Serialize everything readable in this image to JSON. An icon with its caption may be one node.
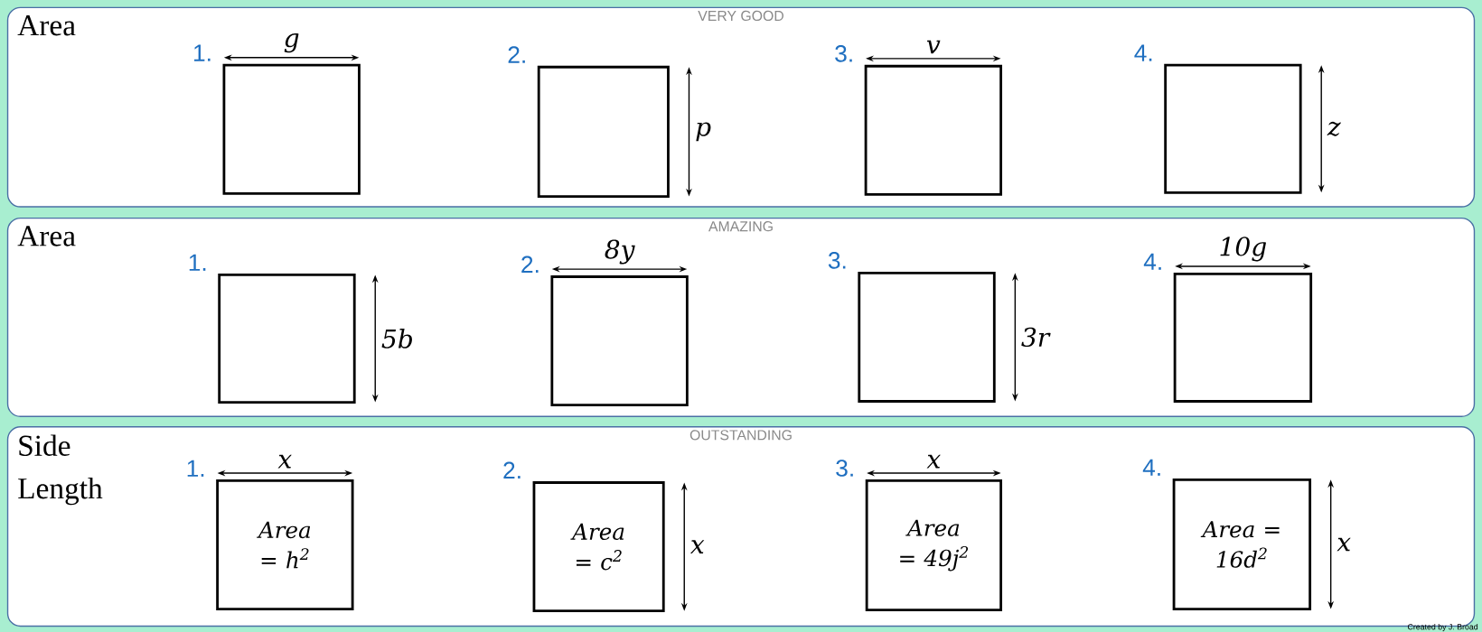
{
  "diagram": {
    "nodes": [
      {
        "text": [
          "Area",
          "VERY GOOD"
        ]
      },
      {
        "text": [],
        "shape": "box",
        "in": 0,
        "beside": [
          "1.",
          "g"
        ]
      },
      {
        "text": [],
        "shape": "box",
        "in": 0,
        "beside": [
          "2.",
          "p"
        ]
      },
      {
        "text": [],
        "shape": "box",
        "in": 0,
        "beside": [
          "3.",
          "v"
        ]
      },
      {
        "text": [],
        "shape": "box",
        "in": 0,
        "beside": [
          "4.",
          "z"
        ]
      },
      {
        "text": [
          "Area",
          "AMAZING"
        ]
      },
      {
        "text": [],
        "shape": "box",
        "in": 5,
        "beside": [
          "1.",
          "5b"
        ]
      },
      {
        "text": [],
        "shape": "box",
        "in": 5,
        "beside": [
          "2.",
          "8y"
        ]
      },
      {
        "text": [],
        "shape": "box",
        "in": 5,
        "beside": [
          "3.",
          "3r"
        ]
      },
      {
        "text": [],
        "shape": "box",
        "in": 5,
        "beside": [
          "4.",
          "10g"
        ]
      },
      {
        "text": [
          "Side Length",
          "OUTSTANDING"
        ]
      },
      {
        "text": [
          "Area = h$^{2}$"
        ],
        "in": 10,
        "beside": [
          "1.",
          "x"
        ]
      },
      {
        "text": [
          "Area = c$^{2}$"
        ],
        "in": 10,
        "beside": [
          "2.",
          "x"
        ]
      },
      {
        "text": [
          "Area = 49j$^{2}$"
        ],
        "in": 10,
        "beside": [
          "3.",
          "x"
        ]
      },
      {
        "text": [
          "Area = 16d$^{2}$"
        ],
        "in": 10,
        "beside": [
          "4.",
          "x"
        ]
      }
    ],
    "labels": [
      "Created by J. Broad"
    ]
  }
}
